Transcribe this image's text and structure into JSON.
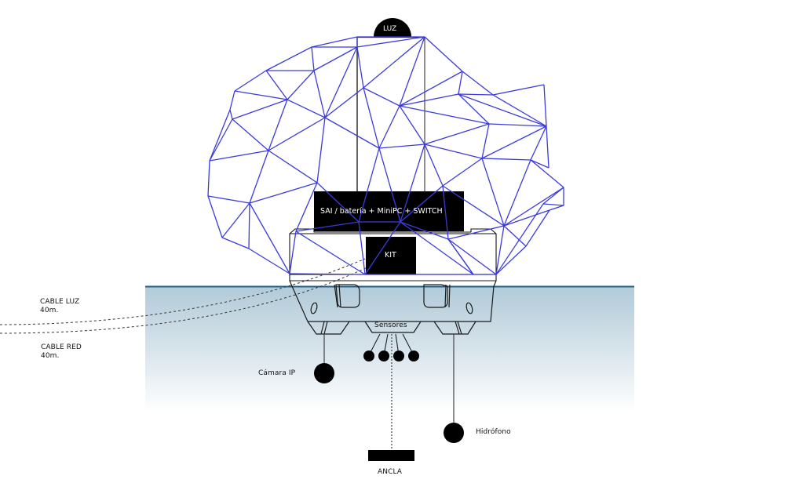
{
  "title": "Diagrama boya con cúpula geodésica",
  "colors": {
    "dome_lines": "#3b3bdc",
    "water_top": "#1f5f86",
    "water_grad_top": "#b1cad8",
    "water_grad_bottom": "#ffffff",
    "component_fill": "#000000",
    "label_text": "#111111"
  },
  "labels": {
    "light": "LUZ",
    "electronics_box": "SAI / batería + MiniPC + SWITCH",
    "kit": "KIT",
    "cable_power_name": "CABLE LUZ",
    "cable_power_length": "40m.",
    "cable_network_name": "CABLE RED",
    "cable_network_length": "40m.",
    "sensors": "Sensores",
    "camera": "Cámara IP",
    "hydrophone": "Hidrófono",
    "anchor": "ANCLA"
  },
  "sensors_count": 4
}
